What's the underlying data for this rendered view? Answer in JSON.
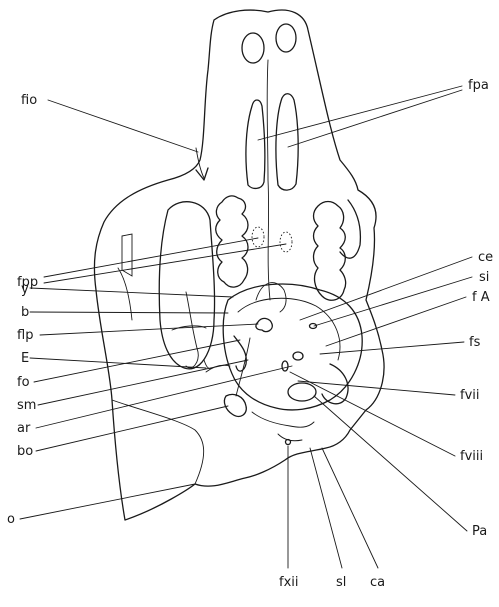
{
  "labels": {
    "left": [
      "fio",
      "fpp",
      "y",
      "b",
      "flp",
      "E",
      "fo",
      "sm",
      "ar",
      "bo",
      "o"
    ],
    "right": [
      "fpa",
      "ce",
      "si",
      "f A",
      "fs",
      "fvii",
      "fviii",
      "Pa"
    ],
    "bottom": [
      "fxii",
      "sl",
      "ca"
    ]
  }
}
